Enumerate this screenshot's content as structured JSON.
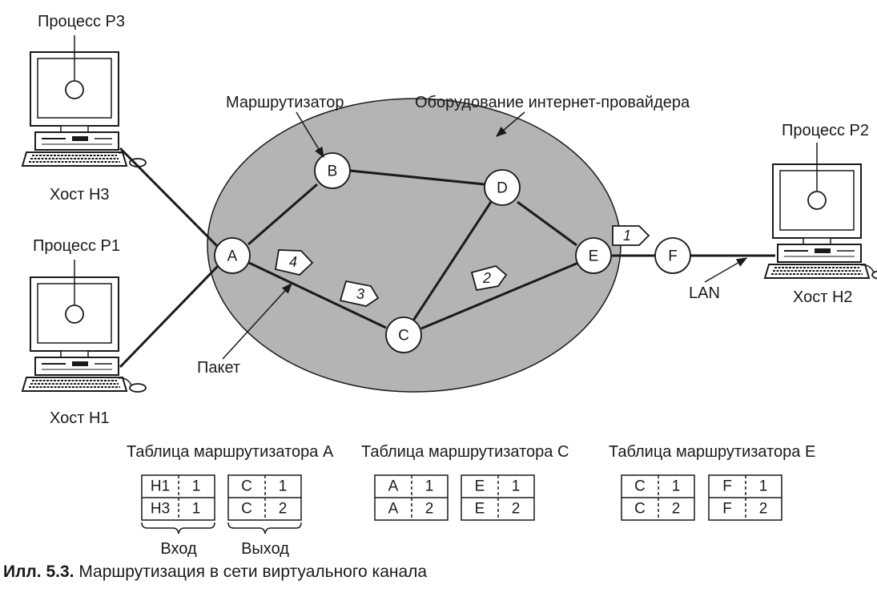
{
  "labels": {
    "process_p3": "Процесс Р3",
    "process_p1": "Процесс Р1",
    "process_p2": "Процесс Р2",
    "host_h3": "Хост Н3",
    "host_h1": "Хост Н1",
    "host_h2": "Хост Н2",
    "router": "Маршрутизатор",
    "isp_equipment": "Оборудование интернет-провайдера",
    "packet": "Пакет",
    "lan": "LAN"
  },
  "nodes": {
    "A": "A",
    "B": "B",
    "C": "C",
    "D": "D",
    "E": "E",
    "F": "F"
  },
  "packets": [
    "1",
    "2",
    "3",
    "4"
  ],
  "tables": [
    {
      "title": "Таблица маршрутизатора А",
      "in_rows": [
        [
          "H1",
          "1"
        ],
        [
          "H3",
          "1"
        ]
      ],
      "out_rows": [
        [
          "C",
          "1"
        ],
        [
          "C",
          "2"
        ]
      ],
      "in_label": "Вход",
      "out_label": "Выход"
    },
    {
      "title": "Таблица маршрутизатора С",
      "in_rows": [
        [
          "A",
          "1"
        ],
        [
          "A",
          "2"
        ]
      ],
      "out_rows": [
        [
          "E",
          "1"
        ],
        [
          "E",
          "2"
        ]
      ]
    },
    {
      "title": "Таблица маршрутизатора Е",
      "in_rows": [
        [
          "C",
          "1"
        ],
        [
          "C",
          "2"
        ]
      ],
      "out_rows": [
        [
          "F",
          "1"
        ],
        [
          "F",
          "2"
        ]
      ]
    }
  ],
  "caption": {
    "number": "Илл. 5.3.",
    "text": " Маршрутизация в сети виртуального канала"
  }
}
